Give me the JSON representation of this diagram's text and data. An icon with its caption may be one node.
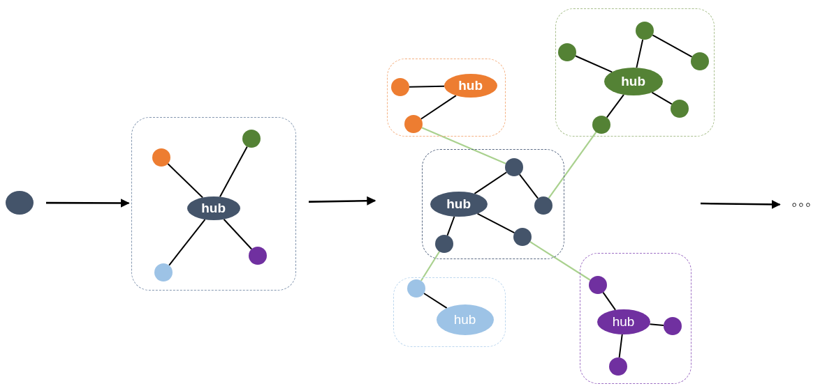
{
  "diagram": {
    "nodes": [
      {
        "text": [],
        "shape": "circle"
      },
      {
        "text": [],
        "shape": "box"
      },
      {
        "text": [
          "hub"
        ],
        "in": 1
      },
      {
        "text": [],
        "shape": "circle",
        "in": 1
      },
      {
        "text": [],
        "shape": "circle",
        "in": 1
      },
      {
        "text": [],
        "shape": "circle",
        "in": 1
      },
      {
        "text": [],
        "shape": "circle",
        "in": 1
      },
      {
        "text": [],
        "shape": "box"
      },
      {
        "text": [
          "hub"
        ],
        "in": 7
      },
      {
        "text": [],
        "shape": "circle",
        "in": 7
      },
      {
        "text": [],
        "shape": "circle",
        "in": 7
      },
      {
        "text": [],
        "shape": "box"
      },
      {
        "text": [
          "hub"
        ],
        "in": 11
      },
      {
        "text": [],
        "shape": "circle",
        "in": 11
      },
      {
        "text": [],
        "shape": "circle",
        "in": 11
      },
      {
        "text": [],
        "shape": "circle",
        "in": 11
      },
      {
        "text": [],
        "shape": "circle",
        "in": 11
      },
      {
        "text": [],
        "shape": "circle",
        "in": 11
      },
      {
        "text": [],
        "shape": "box"
      },
      {
        "text": [
          "hub"
        ],
        "in": 18
      },
      {
        "text": [],
        "shape": "circle",
        "in": 18
      },
      {
        "text": [],
        "shape": "circle",
        "in": 18
      },
      {
        "text": [],
        "shape": "circle",
        "in": 18
      },
      {
        "text": [],
        "shape": "circle",
        "in": 18
      },
      {
        "text": [],
        "shape": "box"
      },
      {
        "text": [],
        "shape": "circle",
        "in": 24
      },
      {
        "text": [
          "hub"
        ],
        "in": 24
      },
      {
        "text": [],
        "shape": "box"
      },
      {
        "text": [],
        "shape": "circle",
        "in": 27
      },
      {
        "text": [
          "hub"
        ],
        "in": 27
      },
      {
        "text": [],
        "shape": "circle",
        "in": 27
      },
      {
        "text": [],
        "shape": "circle",
        "in": 27
      },
      {
        "text": [
          "◦◦◦"
        ]
      }
    ],
    "edges": [
      {
        "from": 0,
        "to": 1,
        "arrow": "to"
      },
      {
        "from": 1,
        "to": null,
        "arrow": "to"
      },
      {
        "from": null,
        "to": 32,
        "arrow": "to"
      },
      {
        "from": 2,
        "to": 3,
        "arrow": "none"
      },
      {
        "from": 2,
        "to": 4,
        "arrow": "none"
      },
      {
        "from": 2,
        "to": 5,
        "arrow": "none"
      },
      {
        "from": 2,
        "to": 6,
        "arrow": "none"
      },
      {
        "from": 8,
        "to": 9,
        "arrow": "none"
      },
      {
        "from": 8,
        "to": 10,
        "arrow": "none"
      },
      {
        "from": 12,
        "to": 13,
        "arrow": "none"
      },
      {
        "from": 12,
        "to": 14,
        "arrow": "none"
      },
      {
        "from": 14,
        "to": 15,
        "arrow": "none"
      },
      {
        "from": 12,
        "to": 16,
        "arrow": "none"
      },
      {
        "from": 12,
        "to": 17,
        "arrow": "none"
      },
      {
        "from": 19,
        "to": 20,
        "arrow": "none"
      },
      {
        "from": 20,
        "to": 21,
        "arrow": "none"
      },
      {
        "from": 19,
        "to": 22,
        "arrow": "none"
      },
      {
        "from": 19,
        "to": 23,
        "arrow": "none"
      },
      {
        "from": 25,
        "to": 26,
        "arrow": "none"
      },
      {
        "from": 29,
        "to": 28,
        "arrow": "none"
      },
      {
        "from": 29,
        "to": 30,
        "arrow": "none"
      },
      {
        "from": 29,
        "to": 31,
        "arrow": "none"
      },
      {
        "from": 10,
        "to": 20,
        "arrow": "none",
        "color": "#a9d18e"
      },
      {
        "from": 17,
        "to": 21,
        "arrow": "none",
        "color": "#a9d18e"
      },
      {
        "from": 22,
        "to": 25,
        "arrow": "none",
        "color": "#a9d18e"
      },
      {
        "from": 23,
        "to": 28,
        "arrow": "none",
        "color": "#a9d18e"
      }
    ]
  }
}
